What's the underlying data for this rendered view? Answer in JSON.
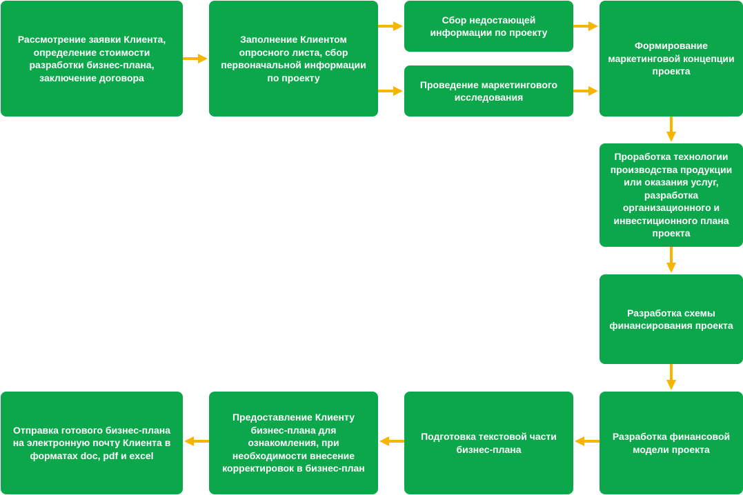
{
  "colors": {
    "box_fill": "#0ba74a",
    "box_text": "#ffffff",
    "arrow": "#f7b500"
  },
  "steps": [
    {
      "id": "b1",
      "text": "Рассмотрение заявки Клиента, определение стоимости разработки бизнес-плана, заключение договора"
    },
    {
      "id": "b2",
      "text": "Заполнение Клиентом опросного листа, сбор первоначальной информации по проекту"
    },
    {
      "id": "b3a",
      "text": "Сбор недостающей информации по проекту"
    },
    {
      "id": "b3b",
      "text": "Проведение маркетингового исследования"
    },
    {
      "id": "b4",
      "text": "Формирование маркетинговой концепции проекта"
    },
    {
      "id": "b5",
      "text": "Проработка технологии производства продукции или оказания услуг, разработка организационного и инвестиционного плана проекта"
    },
    {
      "id": "b6",
      "text": "Разработка схемы финансирования проекта"
    },
    {
      "id": "b7",
      "text": "Разработка финансовой модели проекта"
    },
    {
      "id": "b8",
      "text": "Подготовка текстовой части бизнес-плана"
    },
    {
      "id": "b9",
      "text": "Предоставление Клиенту бизнес-плана для ознакомления, при необходимости внесение корректировок в бизнес-план"
    },
    {
      "id": "b10",
      "text": "Отправка готового бизнес-плана на электронную почту Клиента в форматах doc, pdf и excel"
    }
  ],
  "connections": [
    {
      "from": "b1",
      "to": "b2"
    },
    {
      "from": "b2",
      "to": "b3a"
    },
    {
      "from": "b2",
      "to": "b3b"
    },
    {
      "from": "b3a",
      "to": "b4"
    },
    {
      "from": "b3b",
      "to": "b4"
    },
    {
      "from": "b4",
      "to": "b5"
    },
    {
      "from": "b5",
      "to": "b6"
    },
    {
      "from": "b6",
      "to": "b7"
    },
    {
      "from": "b7",
      "to": "b8"
    },
    {
      "from": "b8",
      "to": "b9"
    },
    {
      "from": "b9",
      "to": "b10"
    }
  ]
}
